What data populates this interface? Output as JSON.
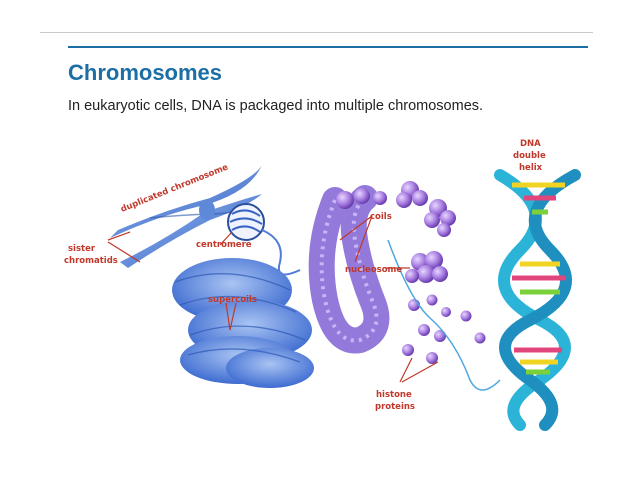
{
  "slide": {
    "title": "Chromosomes",
    "subtitle": "In eukaryotic cells, DNA is packaged into multiple chromosomes."
  },
  "labels": {
    "duplicated_chromosome": "duplicated chromosome",
    "sister": "sister",
    "chromatids": "chromatids",
    "centromere": "centromere",
    "supercoils": "supercoils",
    "coils": "coils",
    "nucleosome": "nucleosome",
    "histone": "histone",
    "proteins": "proteins",
    "dna": "DNA",
    "double": "double",
    "helix": "helix"
  },
  "colors": {
    "accent": "#1c6ea4",
    "label": "#c0392b",
    "chromosome": "#5b8fe0",
    "bead": "#9b6fd6"
  }
}
